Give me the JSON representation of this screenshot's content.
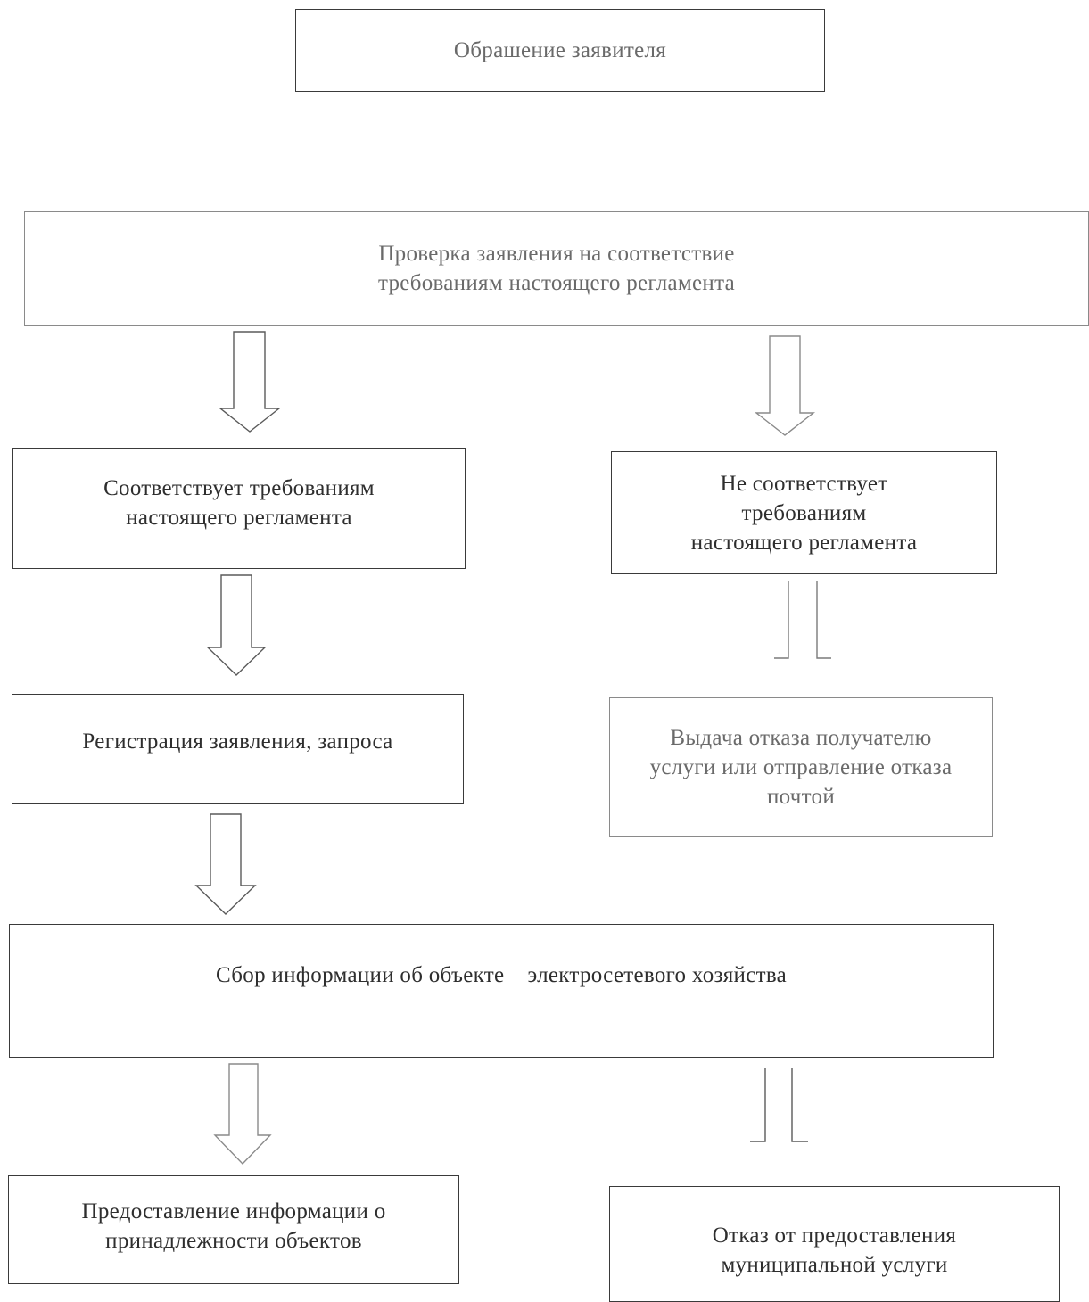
{
  "boxes": {
    "applicant_request": [
      "Обрашение заявителя"
    ],
    "check_application": [
      "Проверка заявления на соответствие",
      "требованиям настоящего регламента"
    ],
    "compliant": [
      "Соответствует требованиям",
      "настоящего регламента"
    ],
    "non_compliant": [
      "Не соответствует",
      "требованиям",
      "настоящего регламента"
    ],
    "registration": [
      "Регистрация заявления, запроса"
    ],
    "refusal_issue": [
      "Выдача отказа получателю",
      "услуги или отправление отказа",
      "почтой"
    ],
    "collect_info": [
      "Сбор информации об объекте    электросетевого хозяйства"
    ],
    "provide_info": [
      "Предоставление информации о",
      "принадлежности объектов"
    ],
    "refusal_service": [
      "Отказ от предоставления",
      "муниципальной услуги"
    ]
  }
}
